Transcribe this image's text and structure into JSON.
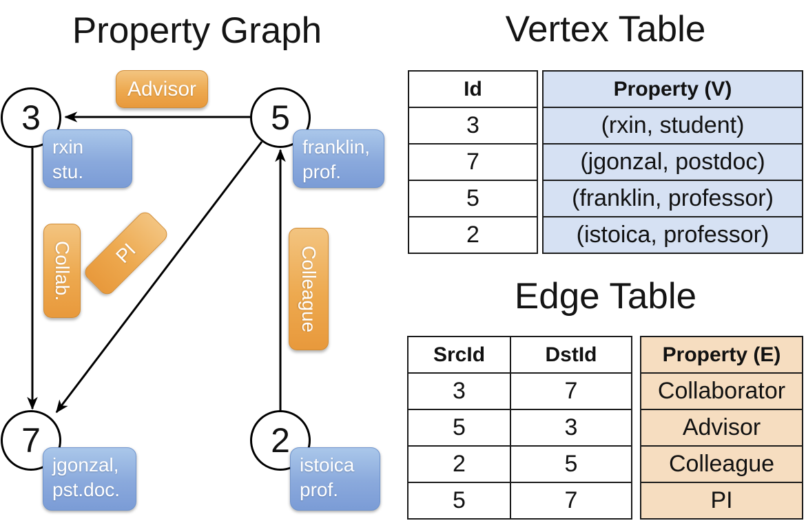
{
  "graph": {
    "title": "Property Graph",
    "nodes": [
      {
        "id": "3",
        "prop_line1": "rxin",
        "prop_line2": "stu."
      },
      {
        "id": "5",
        "prop_line1": "franklin,",
        "prop_line2": "prof."
      },
      {
        "id": "7",
        "prop_line1": "jgonzal,",
        "prop_line2": "pst.doc."
      },
      {
        "id": "2",
        "prop_line1": "istoica",
        "prop_line2": "prof."
      }
    ],
    "edges": [
      {
        "label": "Advisor",
        "src": "5",
        "dst": "3"
      },
      {
        "label": "Collab.",
        "src": "3",
        "dst": "7"
      },
      {
        "label": "PI",
        "src": "5",
        "dst": "7"
      },
      {
        "label": "Colleague",
        "src": "2",
        "dst": "5"
      }
    ]
  },
  "vertex_table": {
    "title": "Vertex Table",
    "columns": {
      "id": "Id",
      "property": "Property (V)"
    },
    "rows": [
      {
        "id": "3",
        "property": "(rxin, student)"
      },
      {
        "id": "7",
        "property": "(jgonzal, postdoc)"
      },
      {
        "id": "5",
        "property": "(franklin, professor)"
      },
      {
        "id": "2",
        "property": "(istoica, professor)"
      }
    ]
  },
  "edge_table": {
    "title": "Edge Table",
    "columns": {
      "src": "SrcId",
      "dst": "DstId",
      "property": "Property (E)"
    },
    "rows": [
      {
        "src": "3",
        "dst": "7",
        "property": "Collaborator"
      },
      {
        "src": "5",
        "dst": "3",
        "property": "Advisor"
      },
      {
        "src": "2",
        "dst": "5",
        "property": "Colleague"
      },
      {
        "src": "5",
        "dst": "7",
        "property": "PI"
      }
    ]
  },
  "colors": {
    "edge_label_orange_top": "#F3C480",
    "edge_label_orange_bottom": "#E8993C",
    "vertex_label_blue_top": "#AAC7EA",
    "vertex_label_blue_bottom": "#7B9CD6",
    "vertex_table_fill": "#D6E1F3",
    "edge_table_fill": "#F6DDC0",
    "line_color": "#000000"
  }
}
